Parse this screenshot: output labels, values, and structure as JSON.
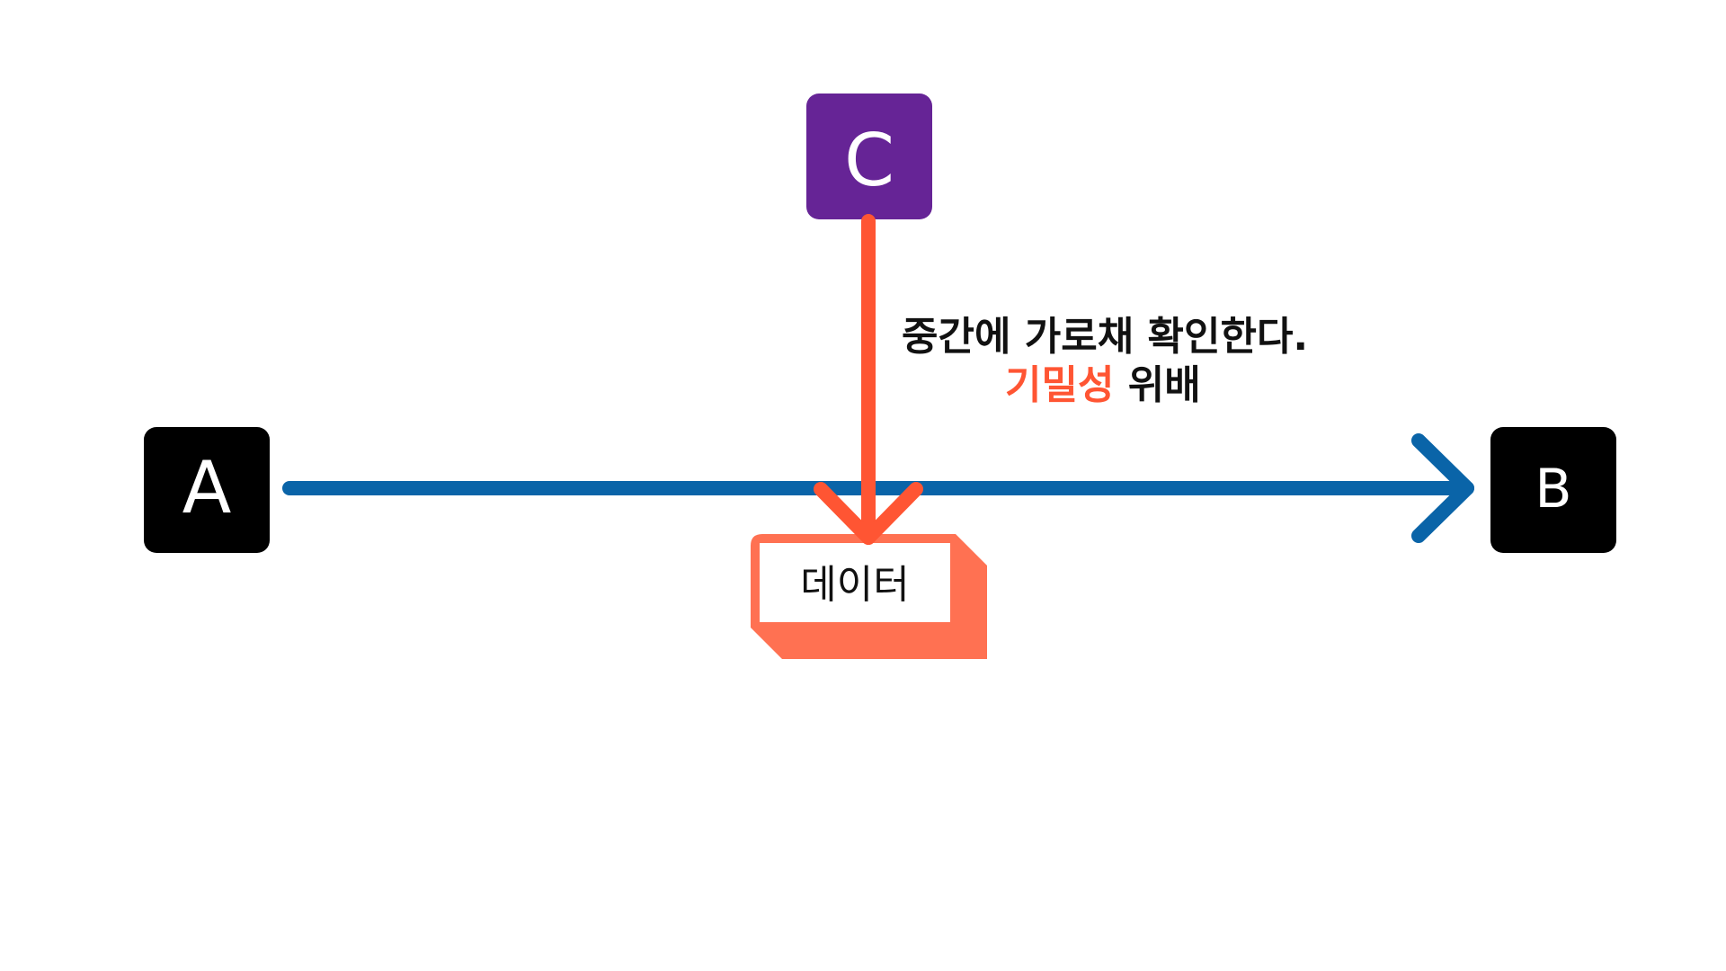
{
  "nodes": {
    "a": {
      "label": "A",
      "color": "#000000"
    },
    "b": {
      "label": "B",
      "color": "#000000"
    },
    "c": {
      "label": "C",
      "color": "#662496"
    }
  },
  "packet": {
    "label": "데이터",
    "fill": "#ff7152",
    "inner_fill": "#ffffff"
  },
  "caption": {
    "line1": "중간에 가로채 확인한다.",
    "line2_highlight": "기밀성",
    "line2_rest": " 위배",
    "highlight_color": "#ff5533"
  },
  "arrows": {
    "a_to_b_color": "#0a64a8",
    "c_to_packet_color": "#ff5533"
  }
}
